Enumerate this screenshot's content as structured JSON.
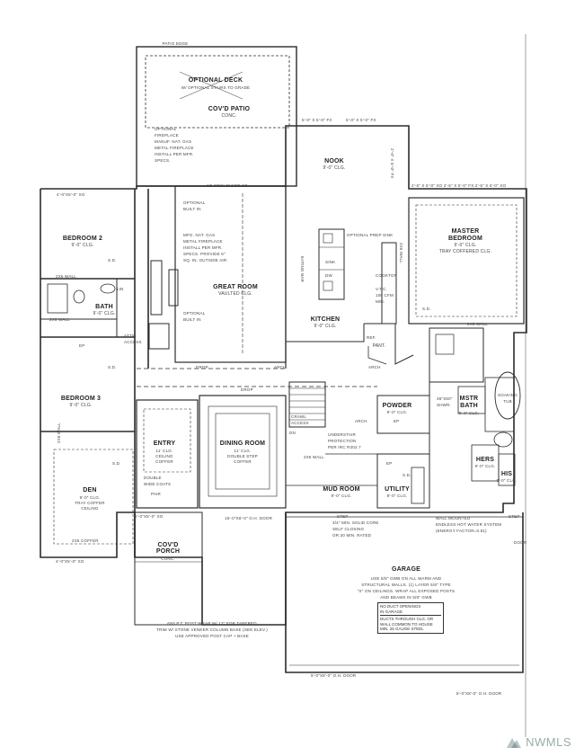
{
  "rooms": {
    "deck": {
      "name": "OPTIONAL DECK",
      "sub": "W/ OPTIONAL STAIRS TO GRADE"
    },
    "patio": {
      "name": "COV'D PATIO",
      "sub": "CONC."
    },
    "fireplace_note": {
      "l1": "OPTIONAL",
      "l2": "FIREPLACE",
      "l3": "MANUF. NAT. GAS",
      "l4": "METAL FIREPLACE",
      "l5": "INSTALL PER MFR.",
      "l6": "SPECS."
    },
    "nook": {
      "name": "NOOK",
      "sub": "9'-0\" CLG."
    },
    "bedroom2": {
      "name": "BEDROOM 2",
      "sub": "9'-0\" CLG."
    },
    "bath": {
      "name": "BATH",
      "sub": "9'-0\" CLG."
    },
    "great_room": {
      "name": "GREAT ROOM",
      "sub": "VAULTED CLG."
    },
    "great_fp": {
      "l1": "MFG. NAT. GAS",
      "l2": "METAL FIREPLACE",
      "l3": "INSTALL PER MFR.",
      "l4": "SPECS. PROVIDE 6\"",
      "l5": "SQ. IN. OUTSIDE AIR"
    },
    "optional_built_in_1": {
      "l1": "OPTIONAL",
      "l2": "BUILT IN"
    },
    "optional_built_in_2": {
      "l1": "OPTIONAL",
      "l2": "BUILT IN"
    },
    "kitchen": {
      "name": "KITCHEN",
      "sub": "9'-0\" CLG."
    },
    "pant": {
      "name": "PANT."
    },
    "master": {
      "name": "MASTER",
      "name2": "BEDROOM",
      "sub": "9'-0\" CLG.",
      "sub2": "TRAY COFFERED CLG."
    },
    "bedroom3": {
      "name": "BEDROOM 3",
      "sub": "9'-0\" CLG."
    },
    "entry": {
      "name": "ENTRY",
      "sub": "11' CLG.",
      "sub2": "CEILING",
      "sub3": "COFFER"
    },
    "dining": {
      "name": "DINING ROOM",
      "sub": "11' CLG.",
      "sub2": "DOUBLE STEP",
      "sub3": "COFFER"
    },
    "den": {
      "name": "DEN",
      "sub": "9'-0\" CLG.",
      "sub2": "TRAY COFFER",
      "sub3": "CEILING"
    },
    "mud": {
      "name": "MUD ROOM",
      "sub": "9'-0\" CLG."
    },
    "utility": {
      "name": "UTILITY",
      "sub": "9'-0\" CLG."
    },
    "powder": {
      "name": "POWDER",
      "sub": "9'-0\" CLG."
    },
    "mstr_bath": {
      "name": "MSTR",
      "name2": "BATH",
      "sub": "9'-0\" CLG."
    },
    "hers": {
      "name": "HERS",
      "sub": "9'-0\" CLG."
    },
    "his": {
      "name": "HIS",
      "sub": "9'-0\" CLG."
    },
    "porch": {
      "name": "COV'D",
      "name2": "PORCH",
      "sub": "CONC."
    },
    "garage": {
      "name": "GARAGE"
    }
  },
  "labels": {
    "patio_edge": "PATIO EDGE",
    "slider": "12'-0\"x6'-8\" SGD SG.",
    "nook_window_1": "5'-0\" x 5'-0\" FX",
    "nook_window_2": "5'-0\" x 5'-0\" FX",
    "nook_side_window": "2'-0\" x 5'-0\" FX",
    "master_windows": "2'-6\" x 5'-0\" XO   2'-6\" x 5'-0\" FX   2'-6\" x 5'-0\" XO",
    "bed2_window": "4'-0\"x5'-0\" XO",
    "eating_bar": "EATING BAR",
    "sink": "SINK",
    "cooktop": "COOKTOP",
    "dw": "DW",
    "island_note": "OPTIONAL PREP SINK",
    "vent": "V.T.C.",
    "vent2": "100 CFM",
    "vent3": "MIN.",
    "ref": "REF.",
    "wall_2x6_1": "2X6 WALL",
    "wall_2x6_2": "2X6 WALL",
    "wall_2x6_3": "2X6 WALL",
    "wall_2x6_4": "2X6 WALL",
    "wall_2x6_5": "2X6 WALL",
    "wall_2x6_6": "2X6 WALL",
    "attic": "ATTIC",
    "attic2": "ACCESS",
    "crawl": "CRAWL",
    "crawl2": "ACCESS",
    "underst": "UNDERSTAIR",
    "underst2": "PROTECTION",
    "underst3": "PER IRC R302.7",
    "arch_1": "ARCH",
    "arch_2": "ARCH",
    "arch_3": "ARCH",
    "drop_1": "DROP",
    "drop_2": "DROP",
    "ep_1": "EP",
    "ep_2": "EP",
    "ep_3": "EP",
    "sd_1": "S.D.",
    "sd_2": "S.D.",
    "sd_3": "S.D.",
    "sd_4": "S.D.",
    "sd_5": "S.D.",
    "double_coats": "DOUBLE",
    "double_coats2": "WIDE COATS",
    "pair": "PAIR",
    "linen": "LIN",
    "soaking_tub": "SOAKING",
    "soaking_tub2": "TUB",
    "shower": "36\"x60\"",
    "shower2": "SHWR.",
    "step": "STEP",
    "door_step": "STEP",
    "fire_door": "3/4\" MIN. SOLID CORE",
    "fire_door2": "SELF CLOSING",
    "fire_door3": "OR 20 MIN. RATED",
    "water_heater": "WALL MOUNTED",
    "water_heater2": "ENDLESS HOT WATER SYSTEM",
    "water_heater3": "(ENERGY FACTOR=0.81)",
    "door_label": "DOOR",
    "garage_note_1": "USE 5/8\" GWB ON ALL WARM AND",
    "garage_note_2": "STRUCTURAL WALLS. (1) LAYER 5/8\" TYPE",
    "garage_note_3": "\"X\" ON CEILINGS. WRAP ALL EXPOSED POSTS",
    "garage_note_4": "AND BEAMS IN 5/8\" GWB",
    "garage_box_1": "NO DUCT OPENINGS",
    "garage_box_2": "IN GARAGE",
    "garage_box_3": "DUCTS THROUGH CLG. OR",
    "garage_box_4": "WALL COMMON TO HOUSE",
    "garage_box_5": "MIN. 26 GAUGE STEEL",
    "garage_door_1": "9'-0\"x8'-0\" O.H. DOOR",
    "garage_door_2": "8'-0\"x8'-0\" O.H. DOOR",
    "garage_door_3": "16'-0\"x8'-0\" O.H. DOOR",
    "porch_post_1": "6x6 P.T. POST WRAP W/ 12\" FOR TAPERED",
    "porch_post_2": "TRIM W/ STONE VENEER COLUMN BASE (SEE ELEV.)",
    "porch_post_3": "USE APPROVED POST CAP + BASE",
    "den_window": "4'-0\"x5'-0\" XO",
    "porch_window": "6'-0\"x5'-0\" XO",
    "clg_1": "DN",
    "tray_1": "2X6 COFFER"
  },
  "logo": {
    "text": "NWMLS",
    "icon": "mountain-logo-icon"
  }
}
